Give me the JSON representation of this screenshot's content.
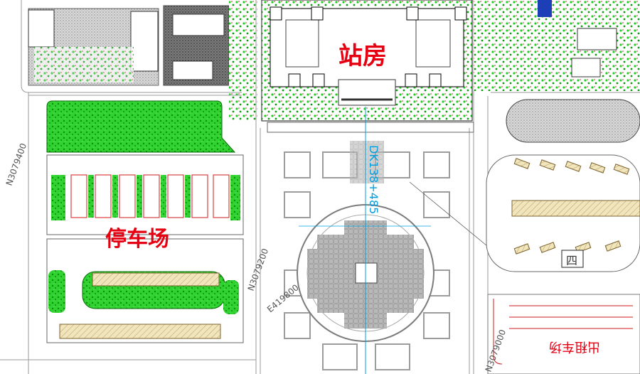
{
  "labels": {
    "station_building": "站房",
    "parking_lot": "停车场",
    "chainage": "DK138+485",
    "coord_north": "N3079400",
    "coord_north_2": "N3079200",
    "coord_east": "E419800",
    "coord_north_3": "N3079000",
    "right_sign": "出租车场",
    "sign_box": "四"
  },
  "colors": {
    "green_fill": "#22dd22",
    "green_dark": "#0a8a0a",
    "label_red": "#e60012",
    "cad_gray": "#9a9a9a",
    "paving_tan": "#e8d7a6",
    "chainage_cyan": "#00a0e0"
  }
}
